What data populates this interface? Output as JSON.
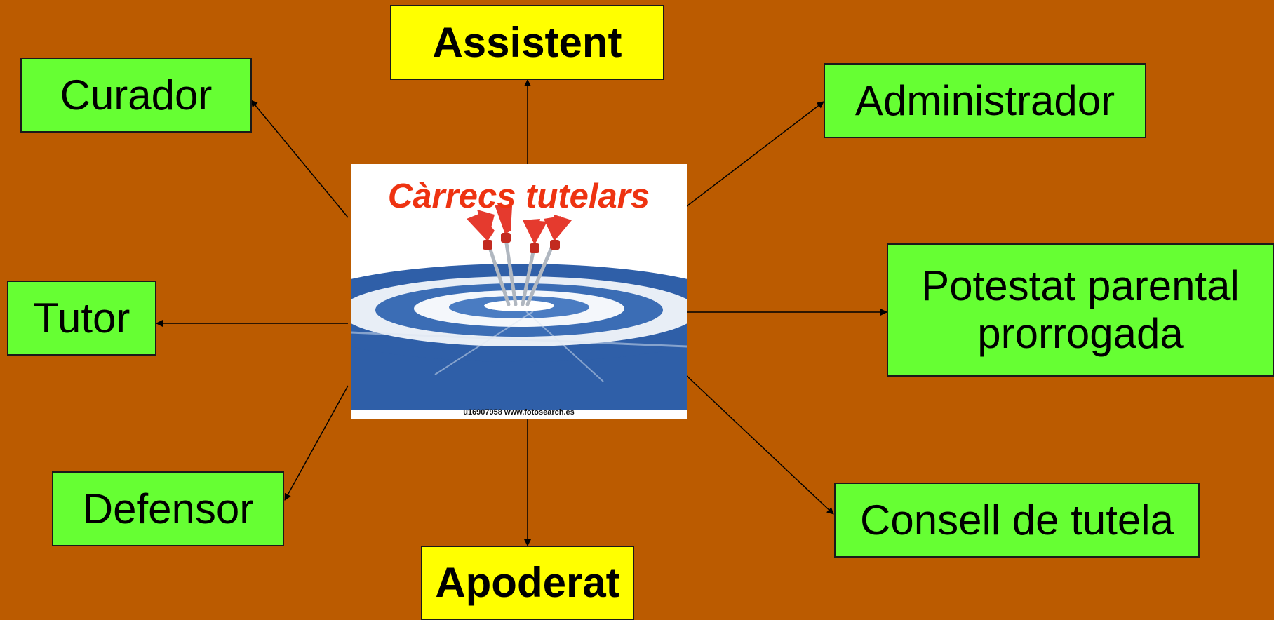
{
  "center": {
    "title": "Càrrecs tutelars",
    "image_caption": "u16907958 www.fotosearch.es",
    "image_icon": "dartboard-with-darts"
  },
  "nodes": [
    {
      "id": "assistent",
      "label": "Assistent",
      "style": "yellow"
    },
    {
      "id": "curador",
      "label": "Curador",
      "style": "green"
    },
    {
      "id": "administrador",
      "label": "Administrador",
      "style": "green"
    },
    {
      "id": "tutor",
      "label": "Tutor",
      "style": "green"
    },
    {
      "id": "potestat",
      "label_line1": "Potestat parental",
      "label_line2": "prorrogada",
      "style": "green"
    },
    {
      "id": "defensor",
      "label": "Defensor",
      "style": "green"
    },
    {
      "id": "consell",
      "label": "Consell de tutela",
      "style": "green"
    },
    {
      "id": "apoderat",
      "label": "Apoderat",
      "style": "yellow"
    }
  ],
  "colors": {
    "background": "#bb5b00",
    "green_box": "#66ff33",
    "yellow_box": "#ffff00",
    "title_red": "#ee3311",
    "target_blue": "#2f5fa8"
  }
}
